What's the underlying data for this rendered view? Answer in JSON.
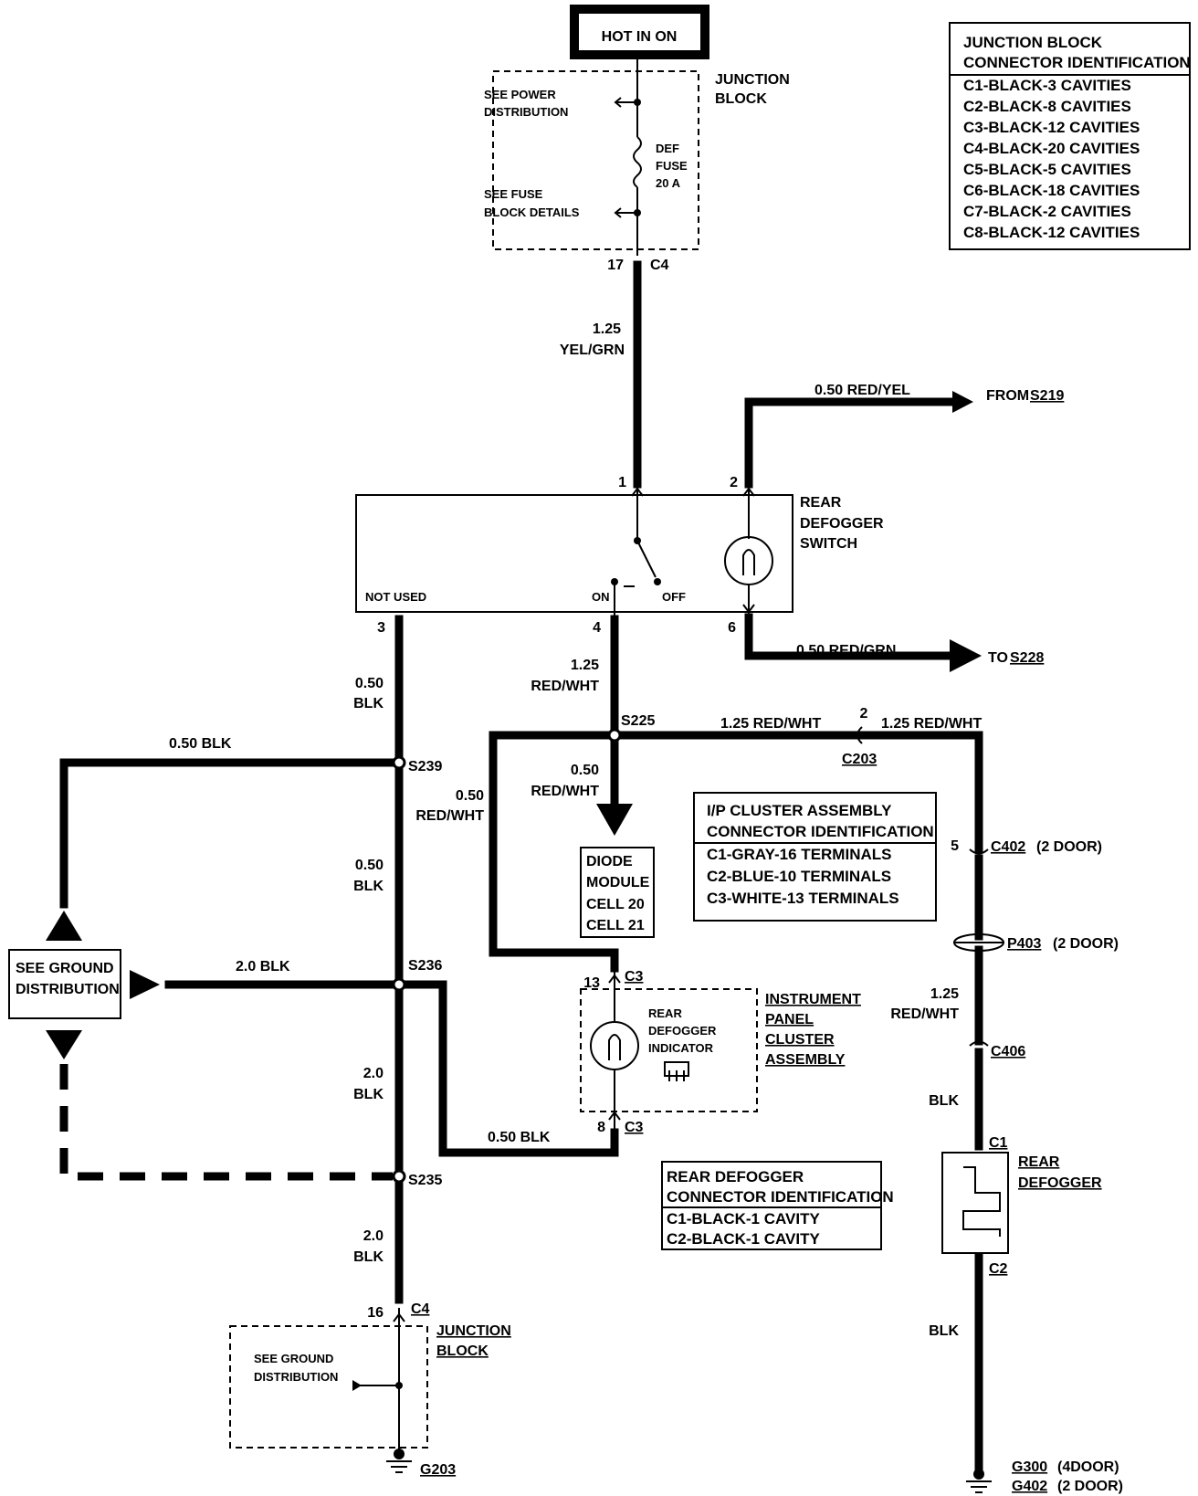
{
  "hot_in_on": "HOT IN ON",
  "junction_block_top": {
    "label_line1": "JUNCTION",
    "label_line2": "BLOCK",
    "see_power_line1": "SEE POWER",
    "see_power_line2": "DISTRIBUTION",
    "fuse_name_line1": "DEF",
    "fuse_name_line2": "FUSE",
    "fuse_rating": "20 A",
    "see_fuse_line1": "SEE FUSE",
    "see_fuse_line2": "BLOCK DETAILS",
    "pin": "17",
    "connector": "C4"
  },
  "junction_table": {
    "title_line1": "JUNCTION BLOCK",
    "title_line2": "CONNECTOR IDENTIFICATION",
    "rows": [
      "C1-BLACK-3 CAVITIES",
      "C2-BLACK-8 CAVITIES",
      "C3-BLACK-12 CAVITIES",
      "C4-BLACK-20 CAVITIES",
      "C5-BLACK-5 CAVITIES",
      "C6-BLACK-18 CAVITIES",
      "C7-BLACK-2 CAVITIES",
      "C8-BLACK-12 CAVITIES"
    ]
  },
  "wires": {
    "w_yel_grn_size": "1.25",
    "w_yel_grn_color": "YEL/GRN",
    "w_red_yel": "0.50 RED/YEL",
    "from_label": "FROM",
    "from_splice": "S219",
    "w_red_grn": "0.50 RED/GRN",
    "to_label": "TO",
    "to_splice": "S228",
    "w_pin3_size": "0.50",
    "w_pin3_color": "BLK",
    "w_pin4_size": "1.25",
    "w_pin4_color": "RED/WHT",
    "w_s239": "0.50 BLK",
    "w_diode_size": "0.50",
    "w_diode_color": "RED/WHT",
    "w_left_size": "0.50",
    "w_left_color": "RED/WHT",
    "w_mid_size": "0.50",
    "w_mid_color": "BLK",
    "w_s236": "2.0 BLK",
    "w_lower_size": "2.0",
    "w_lower_color": "BLK",
    "w_bottom_size": "2.0",
    "w_bottom_color": "BLK",
    "w_pin8": "0.50 BLK",
    "w_c203_left": "1.25 RED/WHT",
    "w_c203_right": "1.25 RED/WHT",
    "w_right_size": "1.25",
    "w_right_color": "RED/WHT",
    "w_blk_upper": "BLK",
    "w_blk_lower": "BLK"
  },
  "switch": {
    "label_line1": "REAR",
    "label_line2": "DEFOGGER",
    "label_line3": "SWITCH",
    "not_used": "NOT USED",
    "on": "ON",
    "off": "OFF",
    "pin1": "1",
    "pin2": "2",
    "pin3": "3",
    "pin4": "4",
    "pin6": "6"
  },
  "splices": {
    "s225": "S225",
    "s239": "S239",
    "s236": "S236",
    "s235": "S235"
  },
  "connectors": {
    "c203_pin": "2",
    "c203": "C203",
    "c402_pin": "5",
    "c402": "C402",
    "c402_note": "(2 DOOR)",
    "p403": "P403",
    "p403_note": "(2 DOOR)",
    "c406": "C406",
    "c3_top_pin": "13",
    "c3_top": "C3",
    "c3_bottom_pin": "8",
    "c3_bottom": "C3",
    "c4_bottom_pin": "16",
    "c4_bottom": "C4"
  },
  "diode": {
    "line1": "DIODE",
    "line2": "MODULE",
    "line3": "CELL 20",
    "line4": "CELL 21"
  },
  "ip_table": {
    "title_line1": "I/P CLUSTER ASSEMBLY",
    "title_line2": "CONNECTOR IDENTIFICATION",
    "rows": [
      "C1-GRAY-16 TERMINALS",
      "C2-BLUE-10 TERMINALS",
      "C3-WHITE-13 TERMINALS"
    ]
  },
  "ground_box": {
    "line1": "SEE GROUND",
    "line2": "DISTRIBUTION"
  },
  "cluster": {
    "indicator_line1": "REAR",
    "indicator_line2": "DEFOGGER",
    "indicator_line3": "INDICATOR",
    "label_line1": "INSTRUMENT",
    "label_line2": "PANEL",
    "label_line3": "CLUSTER",
    "label_line4": "ASSEMBLY"
  },
  "rd_table": {
    "title_line1": "REAR DEFOGGER",
    "title_line2": "CONNECTOR IDENTIFICATION",
    "rows": [
      "C1-BLACK-1 CAVITY",
      "C2-BLACK-1 CAVITY"
    ]
  },
  "rear_defogger": {
    "c1": "C1",
    "c2": "C2",
    "label_line1": "REAR",
    "label_line2": "DEFOGGER"
  },
  "junction_block_bottom": {
    "label_line1": "JUNCTION",
    "label_line2": "BLOCK",
    "see_ground_line1": "SEE GROUND",
    "see_ground_line2": "DISTRIBUTION"
  },
  "grounds": {
    "g203": "G203",
    "g300": "G300",
    "g300_note": "(4DOOR)",
    "g402": "G402",
    "g402_note": "(2 DOOR)"
  }
}
